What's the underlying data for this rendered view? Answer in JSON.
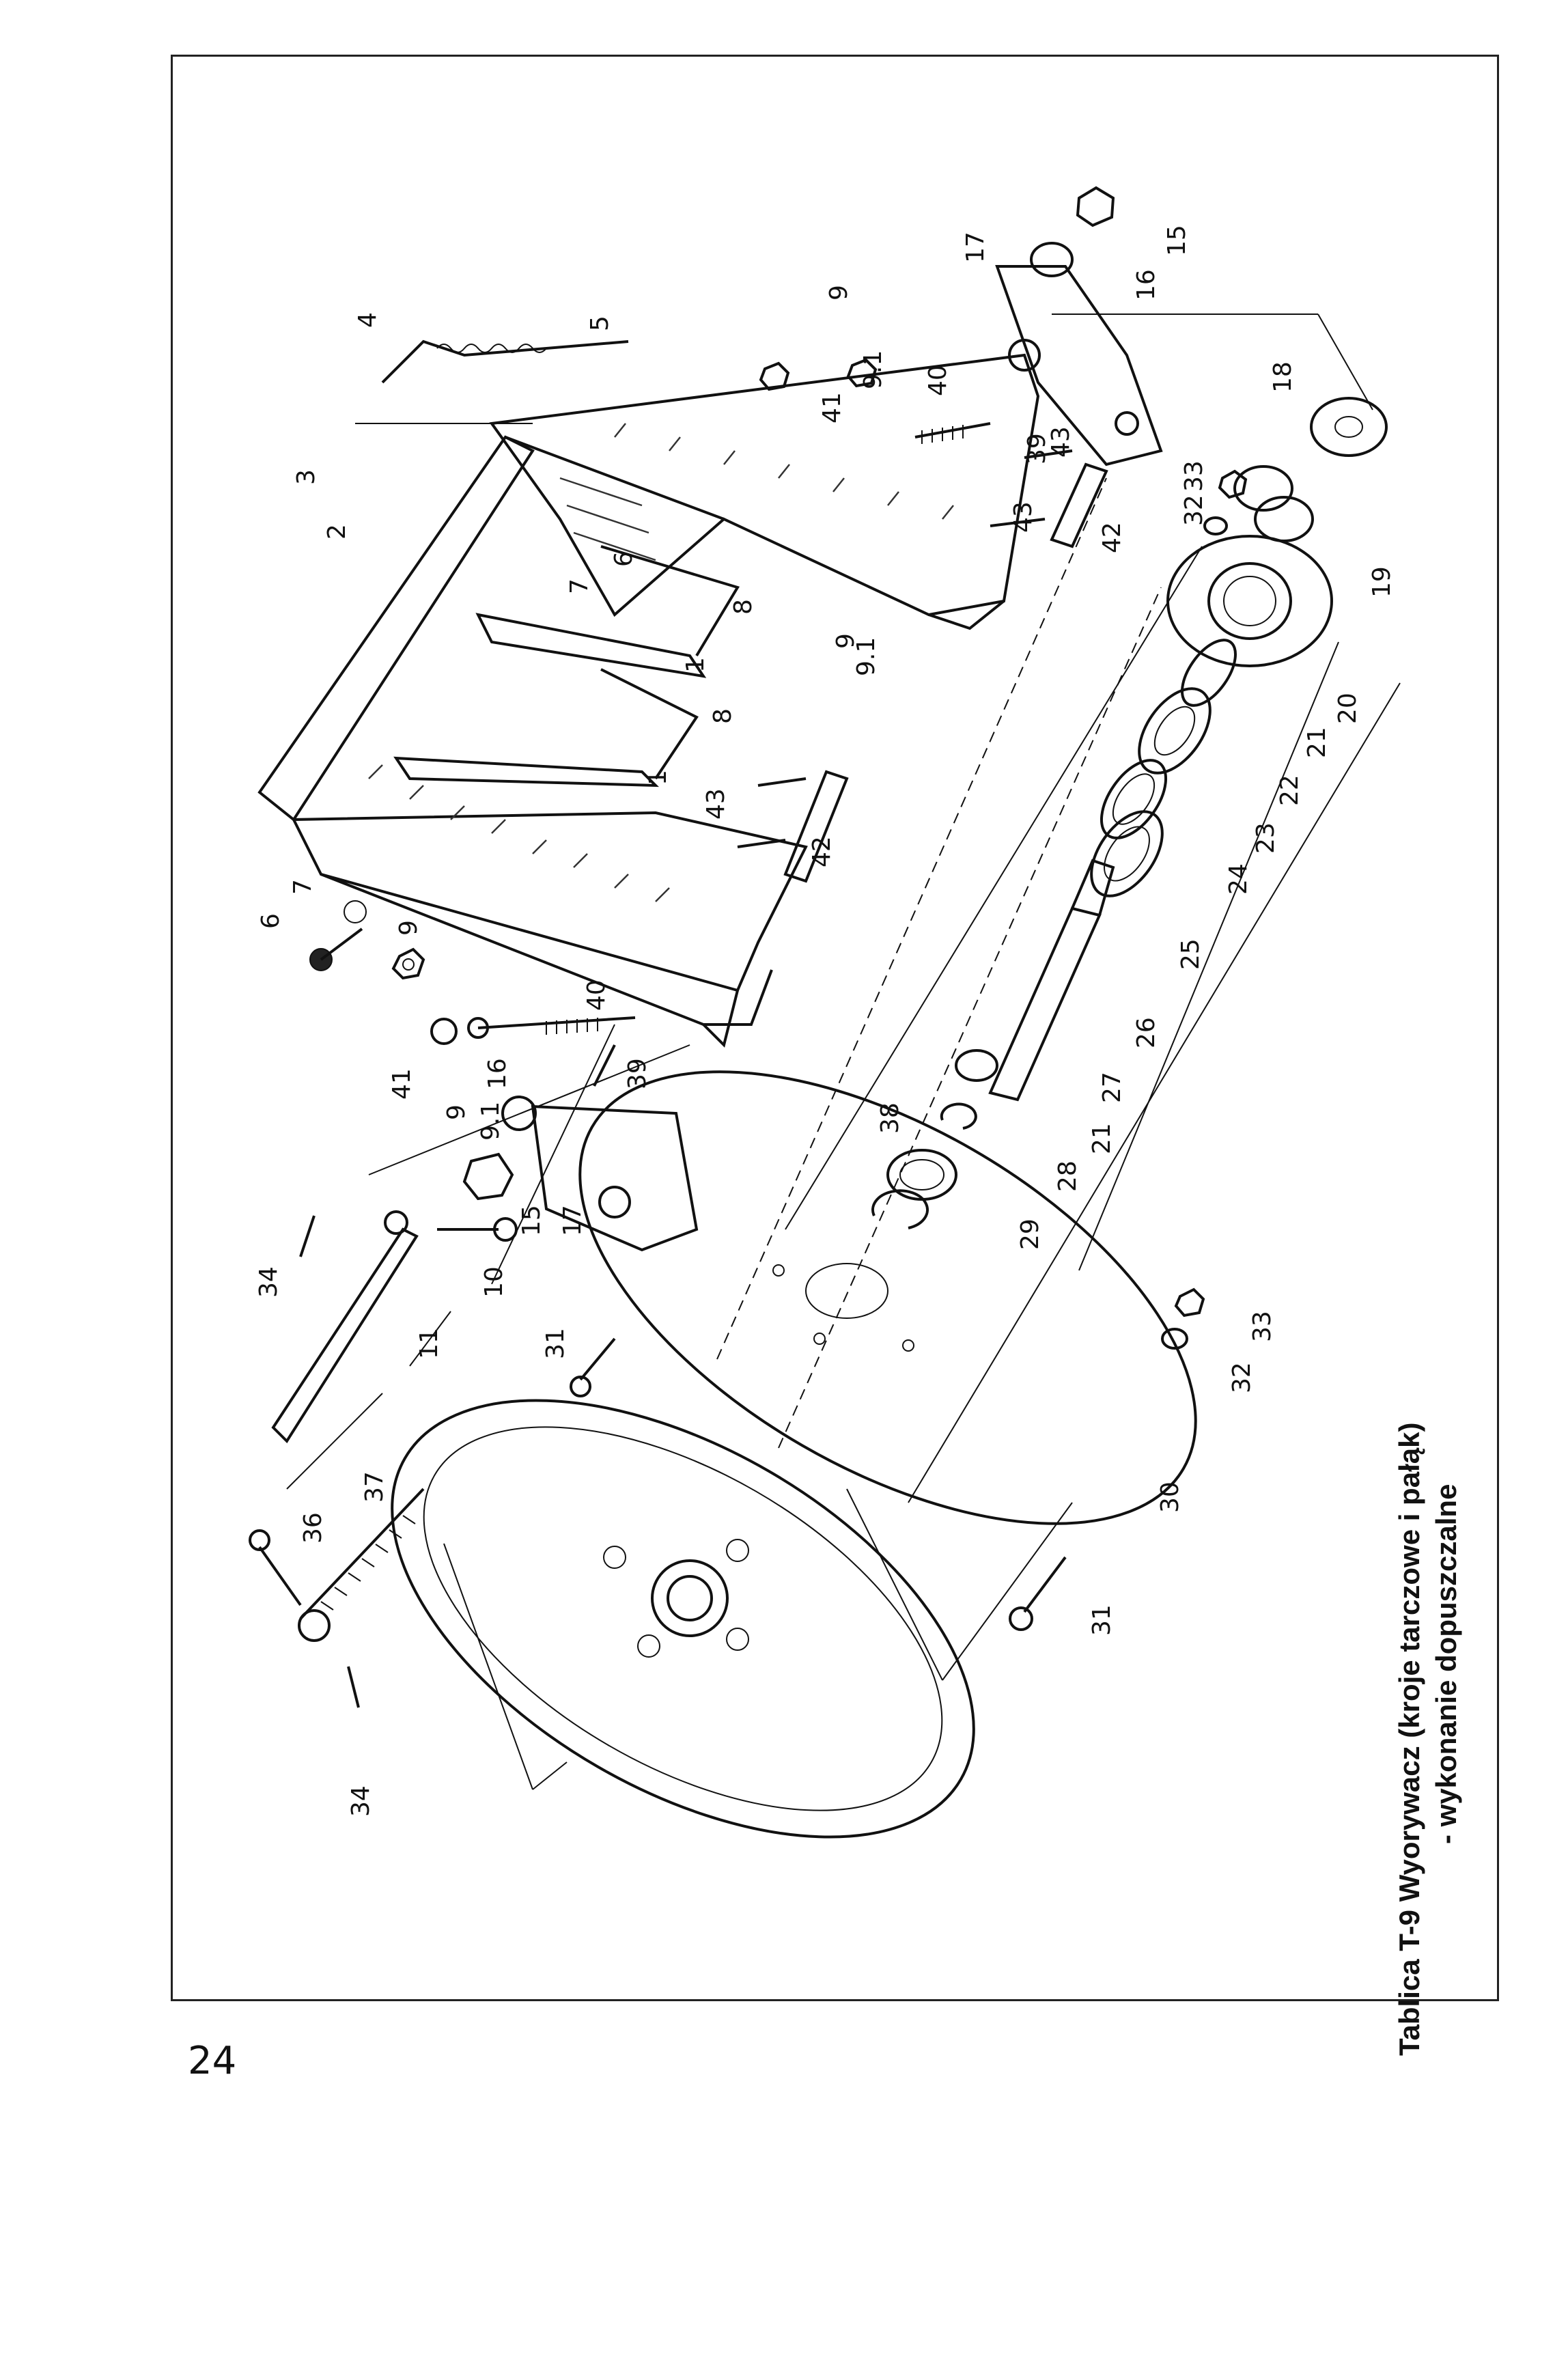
{
  "page": {
    "number": "24"
  },
  "caption": {
    "title": "Tablica T-9   Wyorywacz (kroje tarczowe i pałąk)",
    "subtitle": "- wykonanie dopuszczalne"
  },
  "callouts": [
    "1",
    "2",
    "3",
    "4",
    "5",
    "6",
    "7",
    "8",
    "9",
    "9.1",
    "10",
    "11",
    "15",
    "16",
    "17",
    "18",
    "19",
    "20",
    "21",
    "22",
    "23",
    "24",
    "25",
    "26",
    "27",
    "28",
    "29",
    "30",
    "31",
    "32",
    "33",
    "34",
    "36",
    "37",
    "38",
    "39",
    "40",
    "41",
    "42",
    "43"
  ]
}
